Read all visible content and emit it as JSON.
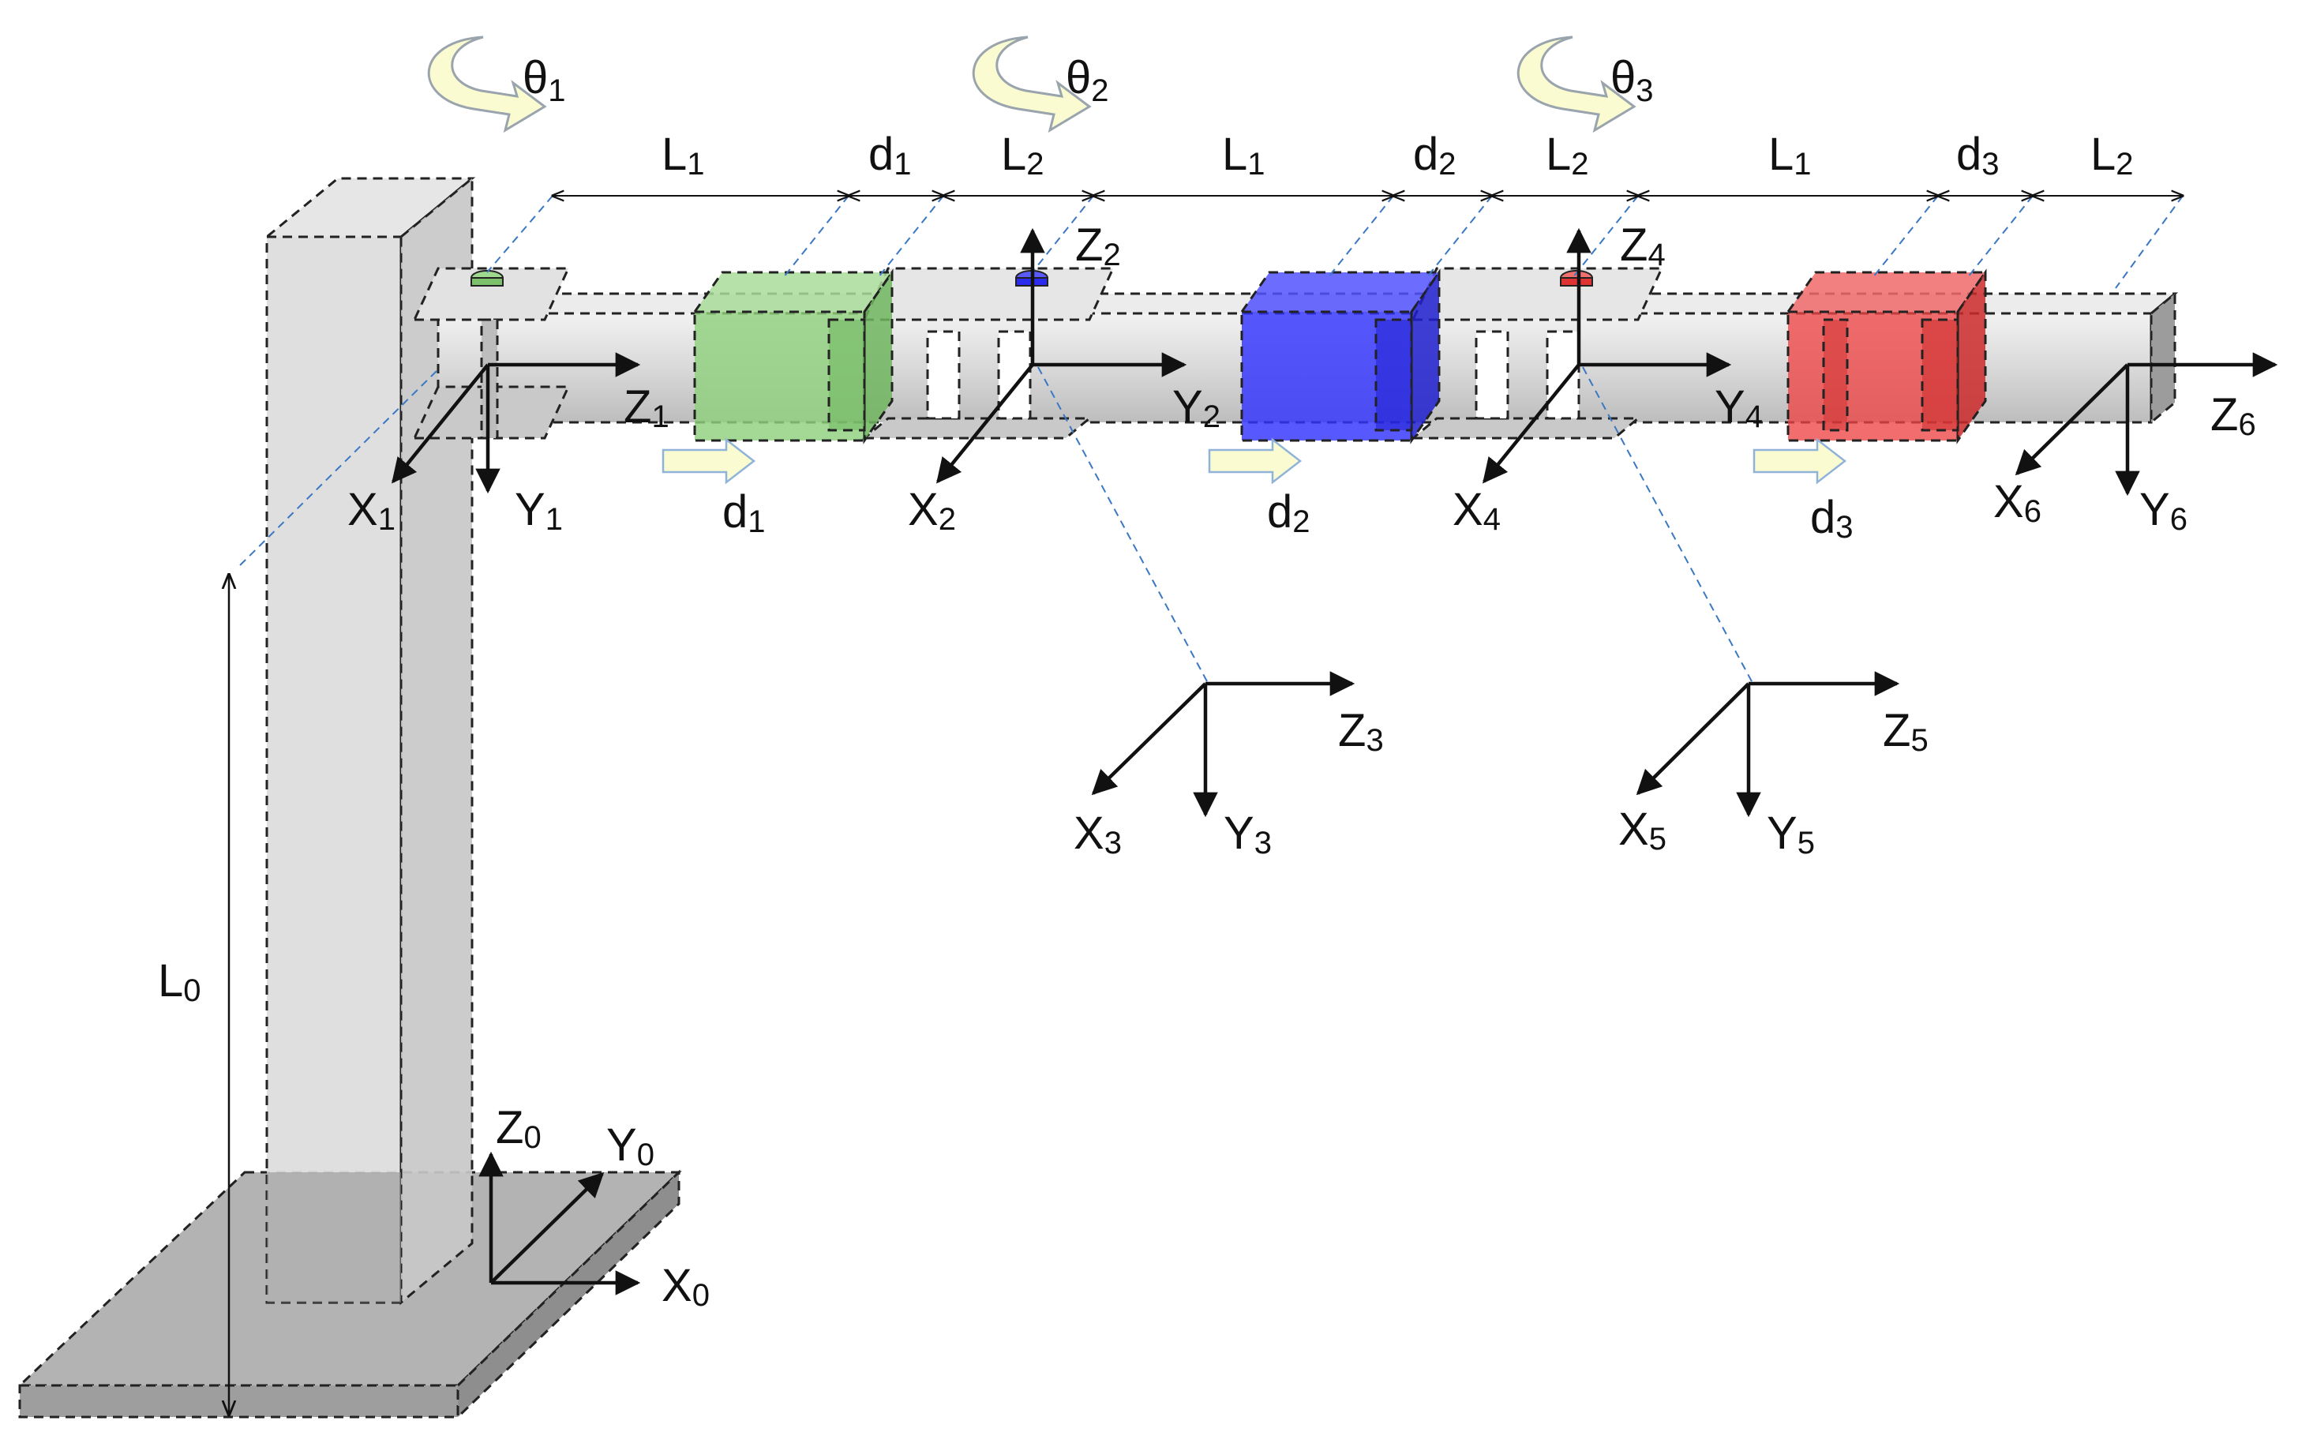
{
  "colors": {
    "green": "#5fae4e",
    "blue": "#1a1aff",
    "red": "#e01e1e",
    "green_fill": "#8fd17e",
    "blue_fill": "#3333ff",
    "red_fill": "#ee4444",
    "arrow_fill": "#fbfbd2"
  },
  "rotations": [
    {
      "symbol": "θ",
      "sub": "1",
      "color": "#5fae4e"
    },
    {
      "symbol": "θ",
      "sub": "2",
      "color": "#1a1aff"
    },
    {
      "symbol": "θ",
      "sub": "3",
      "color": "#e01e1e"
    }
  ],
  "top_dims": [
    {
      "symbol": "L",
      "sub": "1",
      "color": "#111111"
    },
    {
      "symbol": "d",
      "sub": "1",
      "color": "#5fae4e"
    },
    {
      "symbol": "L",
      "sub": "2",
      "color": "#111111"
    },
    {
      "symbol": "L",
      "sub": "1",
      "color": "#111111"
    },
    {
      "symbol": "d",
      "sub": "2",
      "color": "#1a1aff"
    },
    {
      "symbol": "L",
      "sub": "2",
      "color": "#111111"
    },
    {
      "symbol": "L",
      "sub": "1",
      "color": "#111111"
    },
    {
      "symbol": "d",
      "sub": "3",
      "color": "#e01e1e"
    },
    {
      "symbol": "L",
      "sub": "2",
      "color": "#111111"
    }
  ],
  "base_height": {
    "symbol": "L",
    "sub": "0"
  },
  "slides": [
    {
      "symbol": "d",
      "sub": "1",
      "color": "#5fae4e"
    },
    {
      "symbol": "d",
      "sub": "2",
      "color": "#1a1aff"
    },
    {
      "symbol": "d",
      "sub": "3",
      "color": "#e01e1e"
    }
  ],
  "frames": [
    {
      "id": "0",
      "labels": [
        {
          "s": "Z",
          "n": "0"
        },
        {
          "s": "Y",
          "n": "0"
        },
        {
          "s": "X",
          "n": "0"
        }
      ]
    },
    {
      "id": "1",
      "labels": [
        {
          "s": "Z",
          "n": "1"
        },
        {
          "s": "X",
          "n": "1"
        },
        {
          "s": "Y",
          "n": "1"
        }
      ]
    },
    {
      "id": "2",
      "labels": [
        {
          "s": "Z",
          "n": "2"
        },
        {
          "s": "Y",
          "n": "2"
        },
        {
          "s": "X",
          "n": "2"
        }
      ]
    },
    {
      "id": "3",
      "labels": [
        {
          "s": "Z",
          "n": "3"
        },
        {
          "s": "X",
          "n": "3"
        },
        {
          "s": "Y",
          "n": "3"
        }
      ]
    },
    {
      "id": "4",
      "labels": [
        {
          "s": "Z",
          "n": "4"
        },
        {
          "s": "Y",
          "n": "4"
        },
        {
          "s": "X",
          "n": "4"
        }
      ]
    },
    {
      "id": "5",
      "labels": [
        {
          "s": "Z",
          "n": "5"
        },
        {
          "s": "X",
          "n": "5"
        },
        {
          "s": "Y",
          "n": "5"
        }
      ]
    },
    {
      "id": "6",
      "labels": [
        {
          "s": "Z",
          "n": "6"
        },
        {
          "s": "X",
          "n": "6"
        },
        {
          "s": "Y",
          "n": "6"
        }
      ]
    }
  ]
}
